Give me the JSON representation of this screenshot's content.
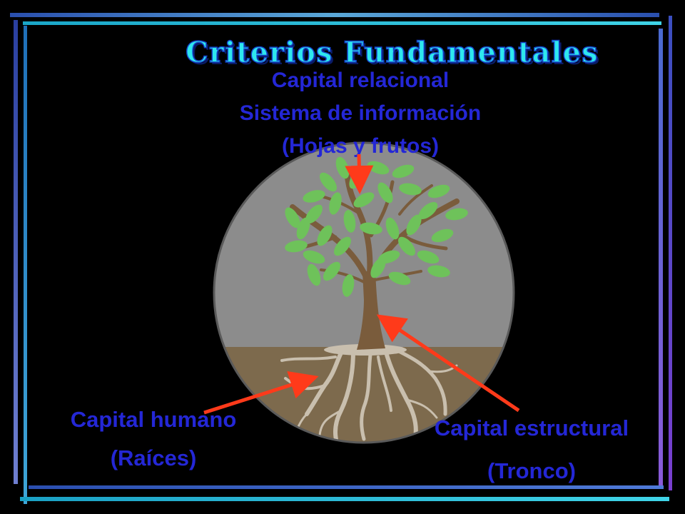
{
  "slide": {
    "title": "Criterios Fundamentales",
    "top_label": {
      "line1": "Capital relacional",
      "line2": "Sistema de información",
      "line3": "(Hojas y frutos)"
    },
    "human_label": {
      "line1": "Capital humano",
      "line2": "(Raíces)"
    },
    "structural_label": {
      "line1": "Capital estructural",
      "line2": "(Tronco)"
    }
  },
  "colors": {
    "background": "#000000",
    "title_fill": "#2ee7ee",
    "title_outline": "#1540c8",
    "label_text": "#2427d6",
    "arrow": "#ff3a1a",
    "sky": "#8c8c8c",
    "soil": "#7d6a4d",
    "trunk": "#7a5c3c",
    "leaf": "#6ec25a",
    "roots": "#c9bfae"
  },
  "icons": [
    "tree-illustration",
    "arrow-icon"
  ]
}
